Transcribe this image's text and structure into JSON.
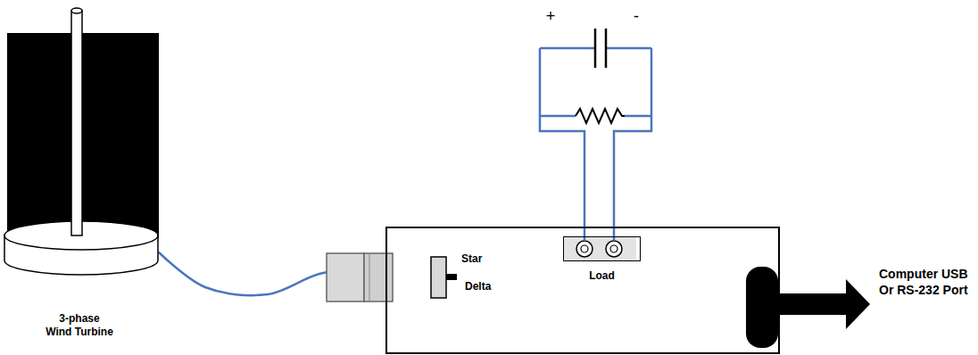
{
  "diagram": {
    "nodes": [
      {
        "text": [
          "3-phase Wind Turbine"
        ]
      },
      {
        "text": [
          "Star",
          "Delta"
        ]
      },
      {
        "text": [
          "Load"
        ],
        "in": 1
      }
    ],
    "edges": [
      {
        "from": 0,
        "to": 1,
        "arrow": "none"
      }
    ],
    "labels": [
      "+",
      "-",
      "Computer USB Or RS-232 Port"
    ]
  }
}
